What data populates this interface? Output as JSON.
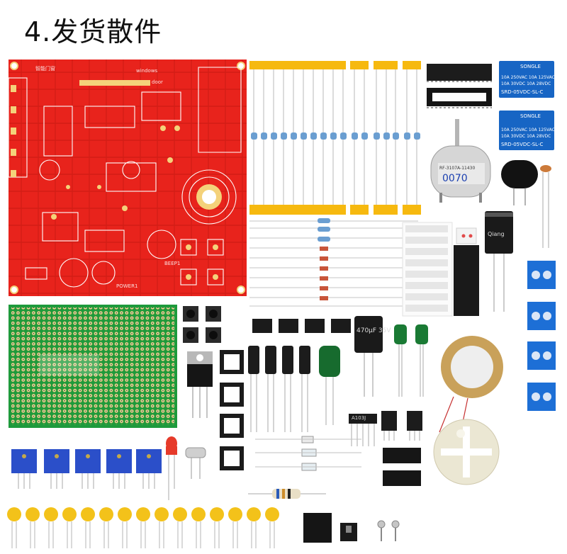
{
  "header": {
    "title": "4.发货散件"
  },
  "pcb": {
    "board_label": "智能门窗",
    "silk_text_1": "windows",
    "silk_text_2": "door",
    "silk_text_3": "POWER1",
    "silk_text_4": "BEEP1"
  },
  "relays": [
    {
      "brand": "SONGLE",
      "line1": "10A 250VAC  10A 125VAC",
      "line2": "10A 30VDC   10A 28VDC",
      "model": "SRD-05VDC-SL-C"
    },
    {
      "brand": "SONGLE",
      "line1": "10A 250VAC  10A 125VAC",
      "line2": "10A 30VDC   10A 28VDC",
      "model": "SRD-05VDC-SL-C"
    }
  ],
  "motor": {
    "label": "RF-3107A-11430",
    "code": "0070"
  },
  "capacitor_large": {
    "label": "470μF 35V"
  },
  "capacitor_tall": {
    "label": "Qiang"
  },
  "resistor_network": {
    "label": "A103J"
  },
  "colors": {
    "pcb_red": "#e8231c",
    "protoboard_green": "#1e9a3c",
    "relay_blue": "#1765c4",
    "terminal_blue": "#1d6fd6",
    "tape_yellow": "#f6b90f",
    "yellow_cap": "#f3c21a",
    "trimmer_blue": "#2b4fc9"
  }
}
